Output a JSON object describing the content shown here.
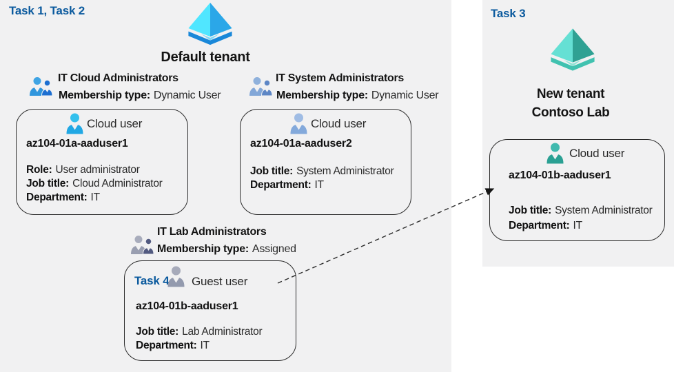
{
  "colors": {
    "task_label_blue": "#0b5a9e",
    "background_gray": "#f1f1f2",
    "card_border": "#2b2b2b",
    "tenant_blue_icon": {
      "left_face": "#50e6ff",
      "right_face": "#2ba7e8",
      "base": "#1988d9"
    },
    "tenant_teal_icon": {
      "left_face": "#65e0d4",
      "right_face": "#2fa193",
      "base": "#41c2b0"
    }
  },
  "icons": {
    "tenant_blue": "azure-tenant-pyramid-blue",
    "tenant_teal": "azure-tenant-pyramid-teal",
    "group_blue": "group-two-users-blue",
    "group_steel": "group-two-users-steelblue",
    "group_gray": "group-two-users-gray",
    "user_cyan": "user-silhouette-cyan",
    "user_steel": "user-silhouette-steelblue",
    "user_gray": "user-silhouette-gray",
    "user_teal": "user-silhouette-teal",
    "connector": "dashed-arrow"
  },
  "left_area": {
    "task_label": "Task 1, Task 2",
    "tenant_label": "Default tenant"
  },
  "groups": [
    {
      "name": "IT Cloud Administrators",
      "membership_label": "Membership type:",
      "membership": "Dynamic User"
    },
    {
      "name": "IT System Administrators",
      "membership_label": "Membership type:",
      "membership": "Dynamic User"
    },
    {
      "name": "IT Lab Administrators",
      "membership_label": "Membership type:",
      "membership": "Assigned"
    }
  ],
  "users": [
    {
      "kind": "Cloud user",
      "name": "az104-01a-aaduser1",
      "role_label": "Role:",
      "role": "User administrator",
      "job_label": "Job title:",
      "job": "Cloud Administrator",
      "dept_label": "Department:",
      "dept": "IT"
    },
    {
      "kind": "Cloud user",
      "name": "az104-01a-aaduser2",
      "job_label": "Job title:",
      "job": "System Administrator",
      "dept_label": "Department:",
      "dept": "IT"
    },
    {
      "task_label": "Task 4",
      "kind": "Guest user",
      "name": "az104-01b-aaduser1",
      "job_label": "Job title:",
      "job": "Lab Administrator",
      "dept_label": "Department:",
      "dept": "IT"
    },
    {
      "kind": "Cloud user",
      "name": "az104-01b-aaduser1",
      "job_label": "Job title:",
      "job": "System Administrator",
      "dept_label": "Department:",
      "dept": "IT"
    }
  ],
  "right_panel": {
    "task_label": "Task 3",
    "tenant_line1": "New tenant",
    "tenant_line2": "Contoso Lab"
  },
  "connector": {
    "style": "dashed",
    "from": "guest-user-card",
    "to": "new-tenant-user-card"
  }
}
